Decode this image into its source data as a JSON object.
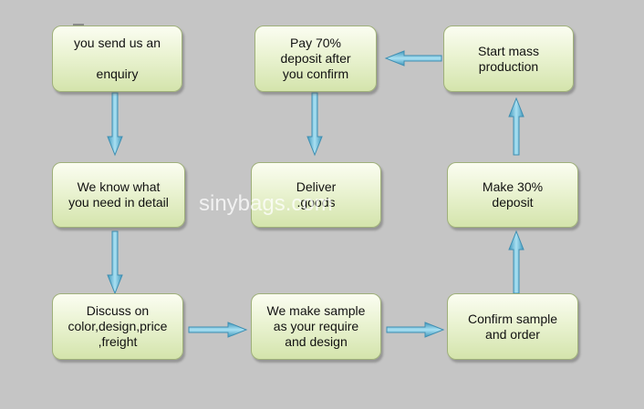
{
  "boxes": {
    "enquiry": "you send us an\n\nenquiry",
    "know": "We know what\nyou need in detail",
    "discuss": "Discuss  on\ncolor,design,price\n,freight",
    "sample": "We make sample\nas your require\nand design",
    "confirm": "Confirm sample\nand order",
    "deposit30": "Make 30%\ndeposit",
    "mass": "Start mass\nproduction",
    "deposit70": "Pay 70%\ndeposit after\nyou confirm",
    "deliver": "Deliver\n.goods"
  },
  "watermark": "sinybags.com",
  "colors": {
    "background": "#c5c5c5",
    "box_fill_top": "#fbfdf1",
    "box_fill_bottom": "#d4e4ac",
    "arrow": "#5fb4d4"
  }
}
